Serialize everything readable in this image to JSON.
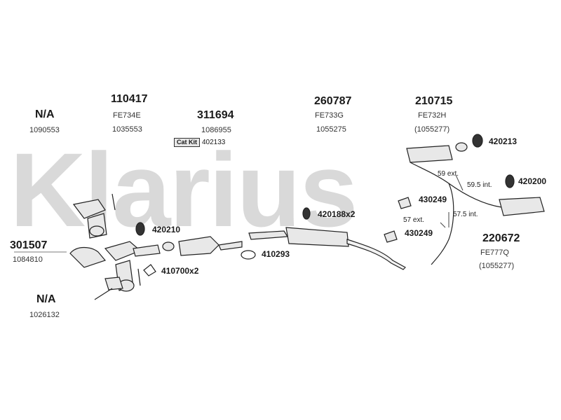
{
  "watermark": "Klarius",
  "catkit": {
    "label": "Cat Kit",
    "code": "402133"
  },
  "parts": {
    "na_top": {
      "code": "N/A",
      "ref": "1090553"
    },
    "p110417": {
      "code": "110417",
      "model": "FE734E",
      "ref": "1035553"
    },
    "p311694": {
      "code": "311694",
      "ref": "1086955"
    },
    "p260787": {
      "code": "260787",
      "model": "FE733G",
      "ref": "1055275"
    },
    "p210715": {
      "code": "210715",
      "model": "FE732H",
      "ref": "(1055277)"
    },
    "p301507": {
      "code": "301507",
      "ref": "1084810"
    },
    "na_bottom": {
      "code": "N/A",
      "ref": "1026132"
    },
    "p220672": {
      "code": "220672",
      "model": "FE777Q",
      "ref": "(1055277)"
    }
  },
  "fittings": {
    "f420213": "420213",
    "f420200": "420200",
    "f430249a": "430249",
    "f430249b": "430249",
    "f420188": "420188x2",
    "f420210": "420210",
    "f410293": "410293",
    "f410700": "410700x2"
  },
  "dimensions": {
    "d59ext": "59 ext.",
    "d595int": "59.5 int.",
    "d57ext": "57 ext.",
    "d575int": "57.5 int."
  }
}
